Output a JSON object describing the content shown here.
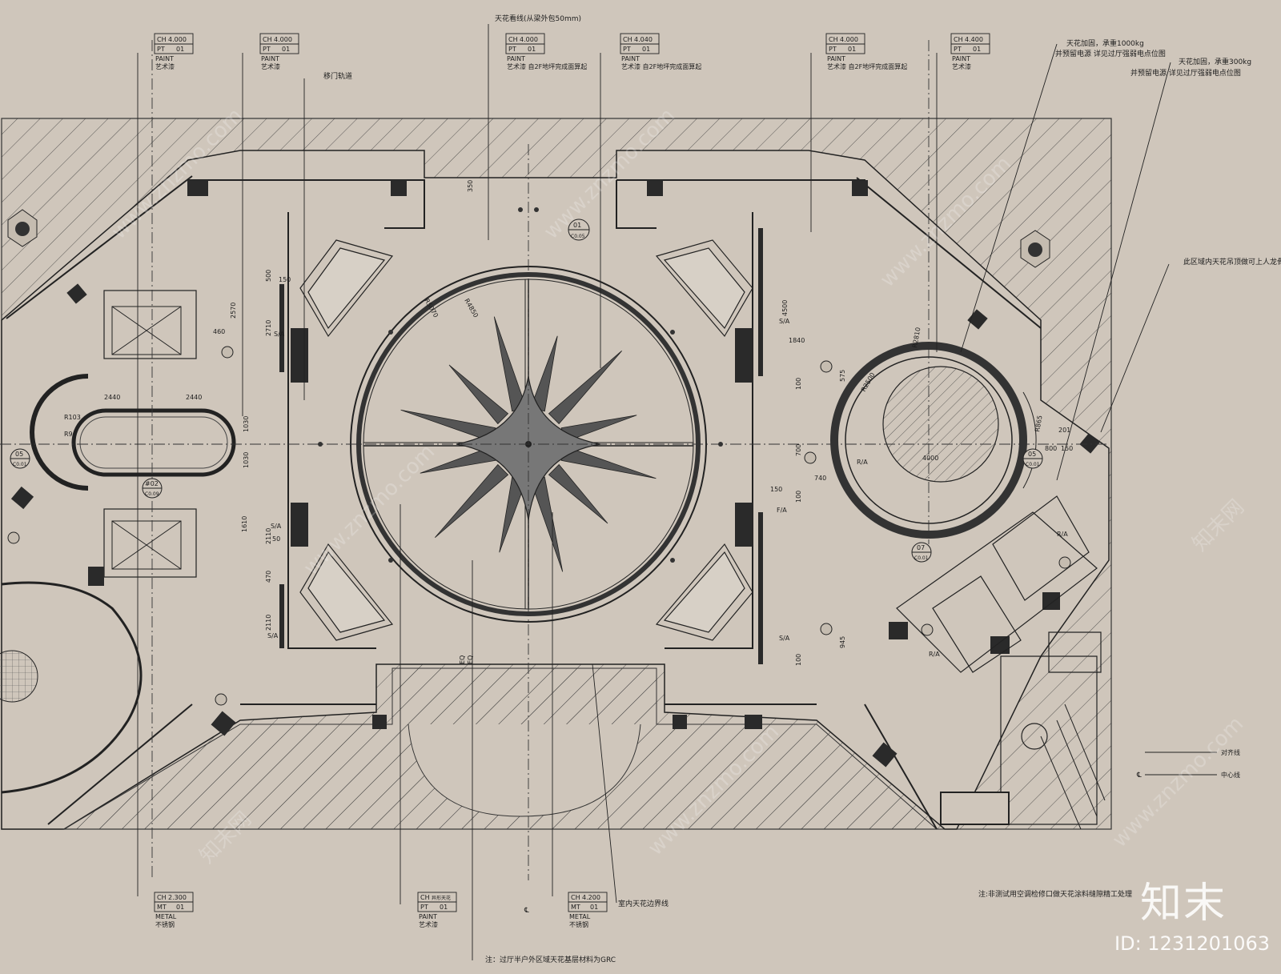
{
  "tags": [
    {
      "ch": "CH",
      "ch_val": "4.000",
      "pt": "PT",
      "pt_val": "01",
      "line1": "PAINT",
      "line2": "艺术漆"
    },
    {
      "ch": "CH",
      "ch_val": "4.000",
      "pt": "PT",
      "pt_val": "01",
      "line1": "PAINT",
      "line2": "艺术漆"
    },
    {
      "ch": "CH",
      "ch_val": "4.000",
      "pt": "PT",
      "pt_val": "01",
      "line1": "PAINT",
      "line2": "艺术漆  自2F地坪完成面算起"
    },
    {
      "ch": "CH",
      "ch_val": "4.040",
      "pt": "PT",
      "pt_val": "01",
      "line1": "PAINT",
      "line2": "艺术漆  自2F地坪完成面算起"
    },
    {
      "ch": "CH",
      "ch_val": "4.000",
      "pt": "PT",
      "pt_val": "01",
      "line1": "PAINT",
      "line2": "艺术漆  自2F地坪完成面算起"
    },
    {
      "ch": "CH",
      "ch_val": "4.400",
      "pt": "PT",
      "pt_val": "01",
      "line1": "PAINT",
      "line2": "艺术漆"
    }
  ],
  "bottom_tags": [
    {
      "ch": "CH",
      "ch_val": "2.300",
      "pt": "MT",
      "pt_val": "01",
      "line1": "METAL",
      "line2": "不锈钢"
    },
    {
      "ch": "CH",
      "ch_val": "异形天花",
      "pt": "PT",
      "pt_val": "01",
      "line1": "PAINT",
      "line2": "艺术漆"
    },
    {
      "ch": "CH",
      "ch_val": "4.200",
      "pt": "MT",
      "pt_val": "01",
      "line1": "METAL",
      "line2": "不锈钢"
    }
  ],
  "notes": {
    "ceiling_sightline": "天花看线(从梁外包50mm)",
    "sliding_track": "移门轨道",
    "reinforce_1000_a": "天花加固，承重1000kg",
    "reinforce_1000_b": "并预留电源  详见过厅强弱电点位图",
    "reinforce_300_a": "天花加固，承重300kg",
    "reinforce_300_b": "并预留电源  详见过厅强弱电点位图",
    "walkable_ceiling": "此区域内天花吊顶做可上人龙骨",
    "indoor_boundary": "室内天花边界线",
    "bottom_note": "注：过厅半户外区域天花基层材料为GRC",
    "right_note": "注:非测试用空调检修口做天花涂料缝隙精工处理",
    "legend_align": "对齐线",
    "legend_center": "中心线",
    "legend_center_symbol": "℄"
  },
  "dims": {
    "d350": "350",
    "d500": "500",
    "d150a": "150",
    "d2570": "2570",
    "d460": "460",
    "d2710": "2710",
    "d2440a": "2440",
    "d2440b": "2440",
    "d1030a": "1030",
    "d1030b": "1030",
    "d1610": "1610",
    "d2110a": "2110",
    "d50": "50",
    "d470": "470",
    "d2110b": "2110",
    "d4500": "4500",
    "d1840": "1840",
    "d575": "575",
    "d100a": "100",
    "d700": "700",
    "d740": "740",
    "d150b": "150",
    "d100b": "100",
    "d945": "945",
    "d100c": "100",
    "r5070": "R5070",
    "r4850": "R4850",
    "r2810": "R2810",
    "r2500": "R2500",
    "r103": "R103",
    "r9": "R9",
    "d4000": "4000",
    "r865": "R865",
    "d201": "201",
    "d800": "800",
    "d150c": "150",
    "sa": "S/A",
    "ra": "R/A",
    "fa": "F/A",
    "eq": "EQ"
  },
  "callouts": [
    {
      "num": "01",
      "ref": "C0.05"
    },
    {
      "num": "05",
      "ref": "C0.01"
    },
    {
      "num": "#02",
      "ref": "C0.09"
    },
    {
      "num": "05",
      "ref": "C0.01"
    },
    {
      "num": "07",
      "ref": "C0.01"
    }
  ],
  "watermarks": {
    "site": "www.znzmo.com",
    "cn": "知末网"
  },
  "brand": {
    "logo": "知末",
    "id": "ID: 1231201063"
  }
}
